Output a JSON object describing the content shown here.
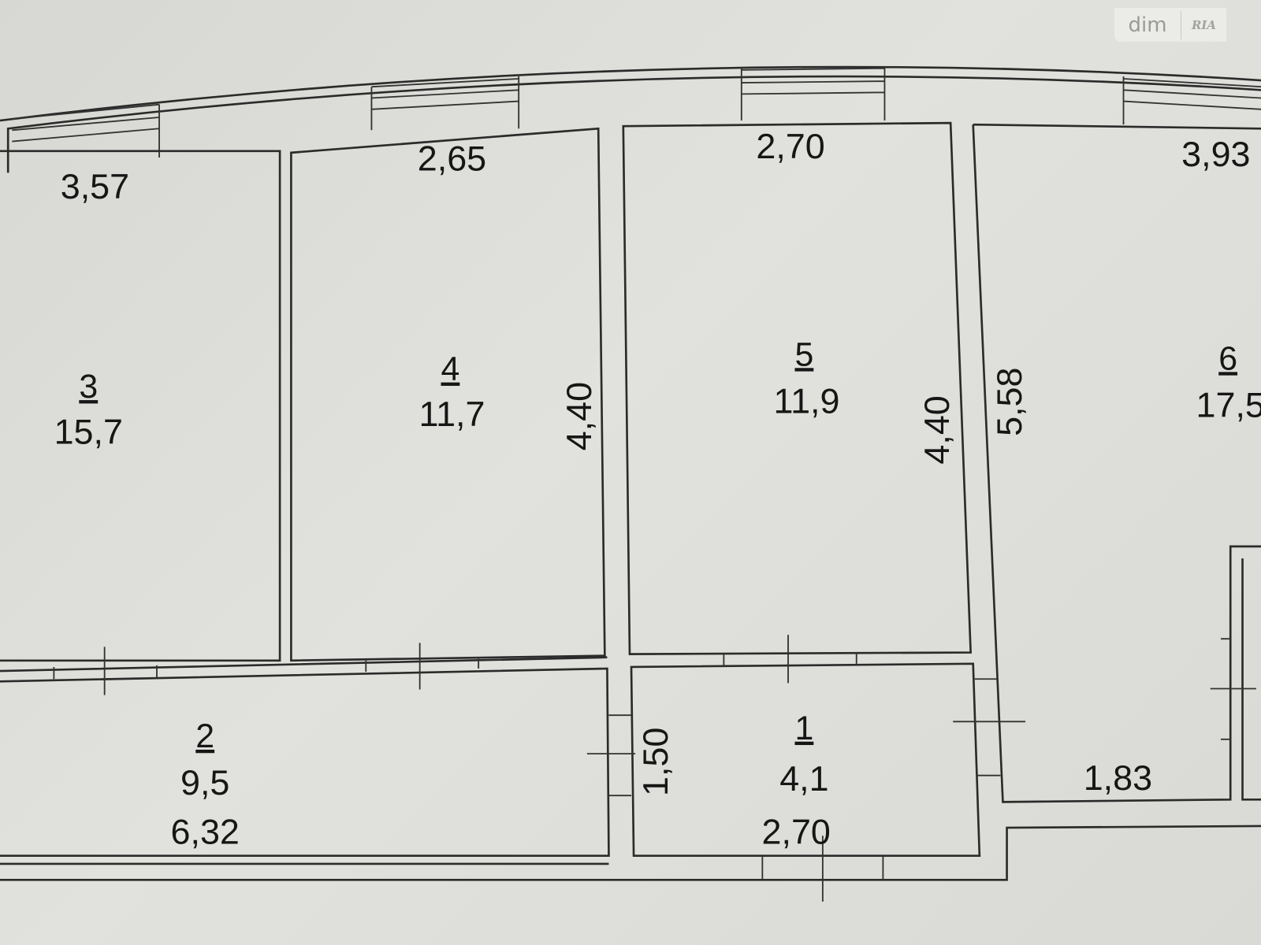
{
  "watermark": {
    "left": "dim",
    "right": "RIA"
  },
  "dimensions": {
    "room3_width": "3,57",
    "room4_width": "2,65",
    "room5_width": "2,70",
    "room6_width": "3,93",
    "room4_length": "4,40",
    "room5_length": "4,40",
    "room6_length": "5,58",
    "room2_length": "6,32",
    "room1_width": "1,50",
    "room1_length": "2,70",
    "room6_bottom": "1,83"
  },
  "rooms": [
    {
      "number": "1",
      "area": "4,1"
    },
    {
      "number": "2",
      "area": "9,5"
    },
    {
      "number": "3",
      "area": "15,7"
    },
    {
      "number": "4",
      "area": "11,7"
    },
    {
      "number": "5",
      "area": "11,9"
    },
    {
      "number": "6",
      "area": "17,5"
    }
  ]
}
